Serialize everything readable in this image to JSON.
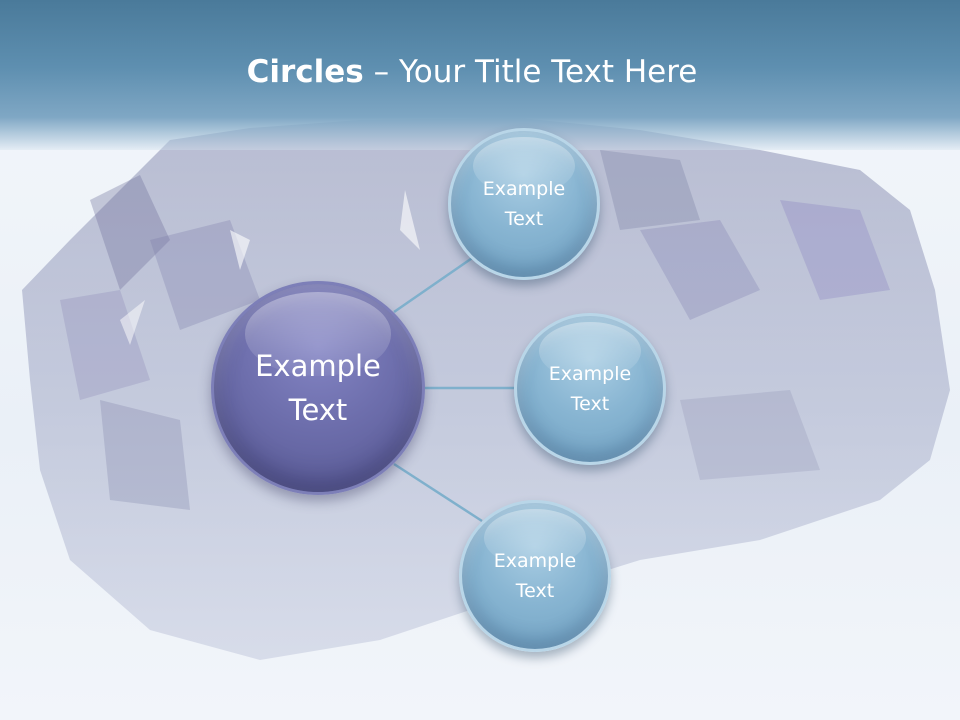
{
  "slide": {
    "title_bold": "Circles",
    "title_rest": " – Your Title Text Here",
    "center": {
      "label_line1": "Example",
      "label_line2": "Text",
      "color": "#6d6eac"
    },
    "satellites": [
      {
        "label_line1": "Example",
        "label_line2": "Text"
      },
      {
        "label_line1": "Example",
        "label_line2": "Text"
      },
      {
        "label_line1": "Example",
        "label_line2": "Text"
      }
    ],
    "colors": {
      "header": "#5e8fb0",
      "satellite": "#88b5d2",
      "connector": "#7fb0cc"
    }
  }
}
